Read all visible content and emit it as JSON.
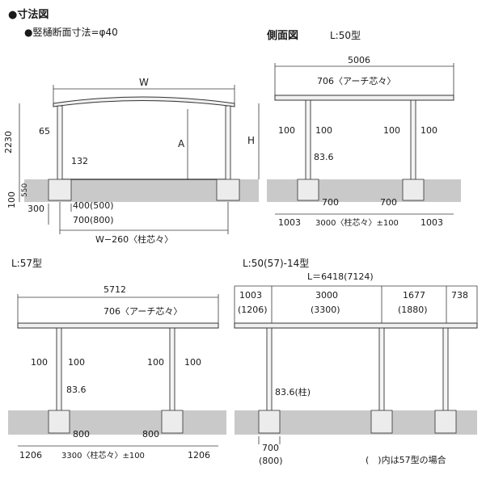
{
  "header": {
    "title": "●寸法図",
    "downspout": "●竪樋断面寸法=φ40",
    "side_view": "側面図",
    "side_model": "L:50型"
  },
  "front_view": {
    "width_label": "W",
    "height_2230": "2230",
    "dim_65": "65",
    "dim_132": "132",
    "label_A": "A",
    "label_H": "H",
    "dim_550": "550",
    "dim_100": "100",
    "dim_300": "300",
    "dim_400": "400(500)",
    "dim_700": "700(800)",
    "post_center": "W−260〈柱芯々〉"
  },
  "side_50": {
    "length": "5006",
    "arch": "706〈アーチ芯々〉",
    "left_100a": "100",
    "left_100b": "100",
    "right_100a": "100",
    "right_100b": "100",
    "pipe": "83.6",
    "foot_left": "700",
    "foot_right": "700",
    "end_left": "1003",
    "center": "3000〈柱芯々〉±100",
    "end_right": "1003"
  },
  "side_57": {
    "model": "L:57型",
    "length": "5712",
    "arch": "706〈アーチ芯々〉",
    "left_100a": "100",
    "left_100b": "100",
    "right_100a": "100",
    "right_100b": "100",
    "pipe": "83.6",
    "foot_left": "800",
    "foot_right": "800",
    "end_left": "1206",
    "center": "3300〈柱芯々〉±100",
    "end_right": "1206"
  },
  "side_14": {
    "model": "L:50(57)-14型",
    "length": "L＝6418(7124)",
    "seg1": "1003",
    "seg2": "3000",
    "seg3": "1677",
    "seg4": "738",
    "seg1_alt": "(1206)",
    "seg2_alt": "(3300)",
    "seg3_alt": "(1880)",
    "pipe": "83.6(柱)",
    "foot": "700",
    "foot_alt": "(800)",
    "note": "(　)内は57型の場合"
  }
}
